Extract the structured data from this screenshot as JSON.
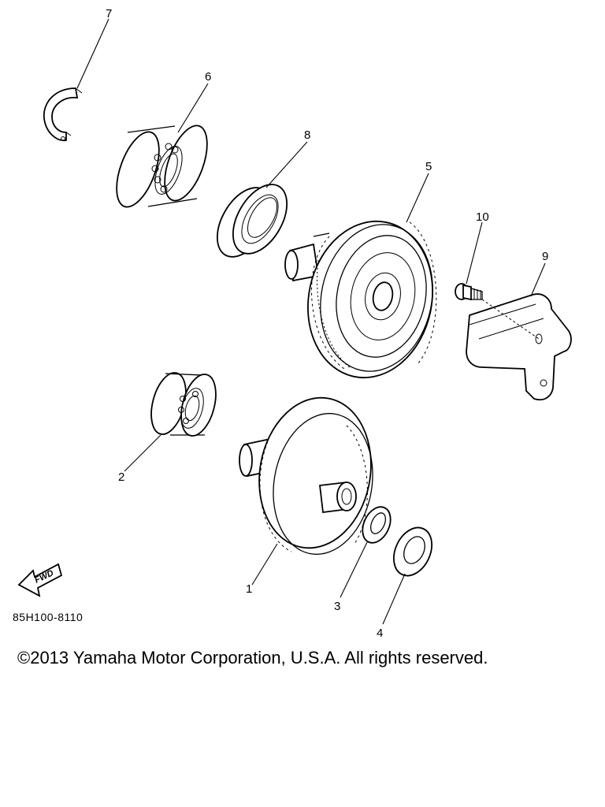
{
  "diagram": {
    "code": "85H100-8110",
    "fwd_label": "FWD",
    "callouts": [
      {
        "id": "1",
        "label": "1"
      },
      {
        "id": "2",
        "label": "2"
      },
      {
        "id": "3",
        "label": "3"
      },
      {
        "id": "4",
        "label": "4"
      },
      {
        "id": "5",
        "label": "5"
      },
      {
        "id": "6",
        "label": "6"
      },
      {
        "id": "7",
        "label": "7"
      },
      {
        "id": "8",
        "label": "8"
      },
      {
        "id": "9",
        "label": "9"
      },
      {
        "id": "10",
        "label": "10"
      }
    ]
  },
  "footer": {
    "copyright": "©2013 Yamaha Motor Corporation, U.S.A. All rights reserved."
  }
}
